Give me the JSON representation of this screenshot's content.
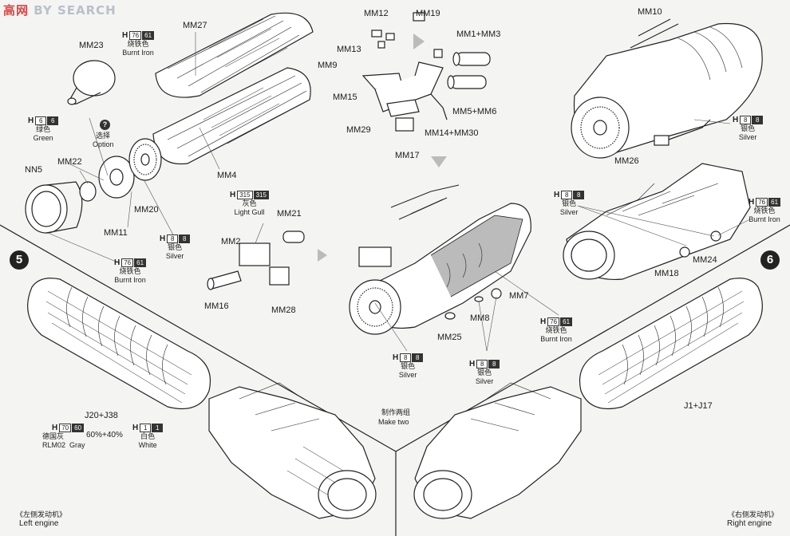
{
  "watermark": {
    "text1": "高",
    "text2": "网",
    "text3": "BY SEARCH"
  },
  "steps": {
    "five": "5",
    "six": "6"
  },
  "option": {
    "symbol": "?",
    "cn": "选择",
    "en": "Option"
  },
  "parts": {
    "MM23": "MM23",
    "MM27": "MM27",
    "MM9": "MM9",
    "MM4": "MM4",
    "NN5": "NN5",
    "MM22": "MM22",
    "MM11": "MM11",
    "MM20": "MM20",
    "MM12": "MM12",
    "MM19": "MM19",
    "MM13": "MM13",
    "MM1_MM3": "MM1+MM3",
    "MM15": "MM15",
    "MM5_MM6": "MM5+MM6",
    "MM29": "MM29",
    "MM14_MM30": "MM14+MM30",
    "MM17": "MM17",
    "MM10": "MM10",
    "MM26": "MM26",
    "MM21": "MM21",
    "MM2": "MM2",
    "MM16": "MM16",
    "MM28": "MM28",
    "MM24": "MM24",
    "MM18": "MM18",
    "MM7": "MM7",
    "MM8": "MM8",
    "MM25": "MM25",
    "J20_J38": "J20+J38",
    "J1_J17": "J1+J17"
  },
  "paints": {
    "burnt_iron": {
      "h": "H",
      "c1": "76",
      "c2": "61",
      "cn": "烧铁色",
      "en": "Burnt Iron"
    },
    "green": {
      "h": "H",
      "c1": "6",
      "c2": "6",
      "cn": "绿色",
      "en": "Green"
    },
    "silver": {
      "h": "H",
      "c1": "8",
      "c2": "8",
      "cn": "银色",
      "en": "Silver"
    },
    "light_gull": {
      "h": "H",
      "c1": "315",
      "c2": "315",
      "cn": "灰色",
      "en": "Light Gull"
    },
    "rlm02": {
      "h": "H",
      "c1": "70",
      "c2": "60",
      "cn": "德国灰",
      "en": "RLM02",
      "en2": "Gray",
      "mix": "60%+40%"
    },
    "white": {
      "h": "H",
      "c1": "1",
      "c2": "1",
      "cn": "白色",
      "en": "White"
    }
  },
  "notes": {
    "make_two_cn": "制作两组",
    "make_two_en": "Make two",
    "left_cn": "《左侧发动机》",
    "left_en": "Left engine",
    "right_cn": "《右侧发动机》",
    "right_en": "Right engine"
  }
}
